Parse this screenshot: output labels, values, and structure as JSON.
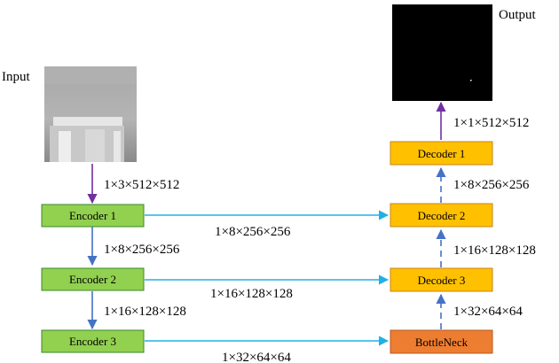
{
  "labels": {
    "input": "Input",
    "output": "Output"
  },
  "nodes": {
    "encoder1": "Encoder 1",
    "encoder2": "Encoder 2",
    "encoder3": "Encoder 3",
    "bottleneck": "BottleNeck",
    "decoder3": "Decoder 3",
    "decoder2": "Decoder 2",
    "decoder1": "Decoder 1"
  },
  "edges": {
    "input_to_enc1": "1×3×512×512",
    "enc1_to_enc2": "1×8×256×256",
    "enc2_to_enc3": "1×16×128×128",
    "enc1_skip": "1×8×256×256",
    "enc2_skip": "1×16×128×128",
    "enc3_to_bottleneck": "1×32×64×64",
    "bottleneck_to_dec3": "1×32×64×64",
    "dec3_to_dec2": "1×16×128×128",
    "dec2_to_dec1": "1×8×256×256",
    "dec1_to_output": "1×1×512×512"
  },
  "colors": {
    "encoder_fill": "#92d050",
    "encoder_stroke": "#3a8a2a",
    "decoder_fill": "#ffc000",
    "decoder_stroke": "#c8861a",
    "bottleneck_fill": "#ed7d31",
    "bottleneck_stroke": "#b85a1e",
    "skip_arrow": "#20b0e8",
    "down_arrow": "#4472c4",
    "io_arrow": "#7030a0",
    "output_image": "#000000"
  }
}
